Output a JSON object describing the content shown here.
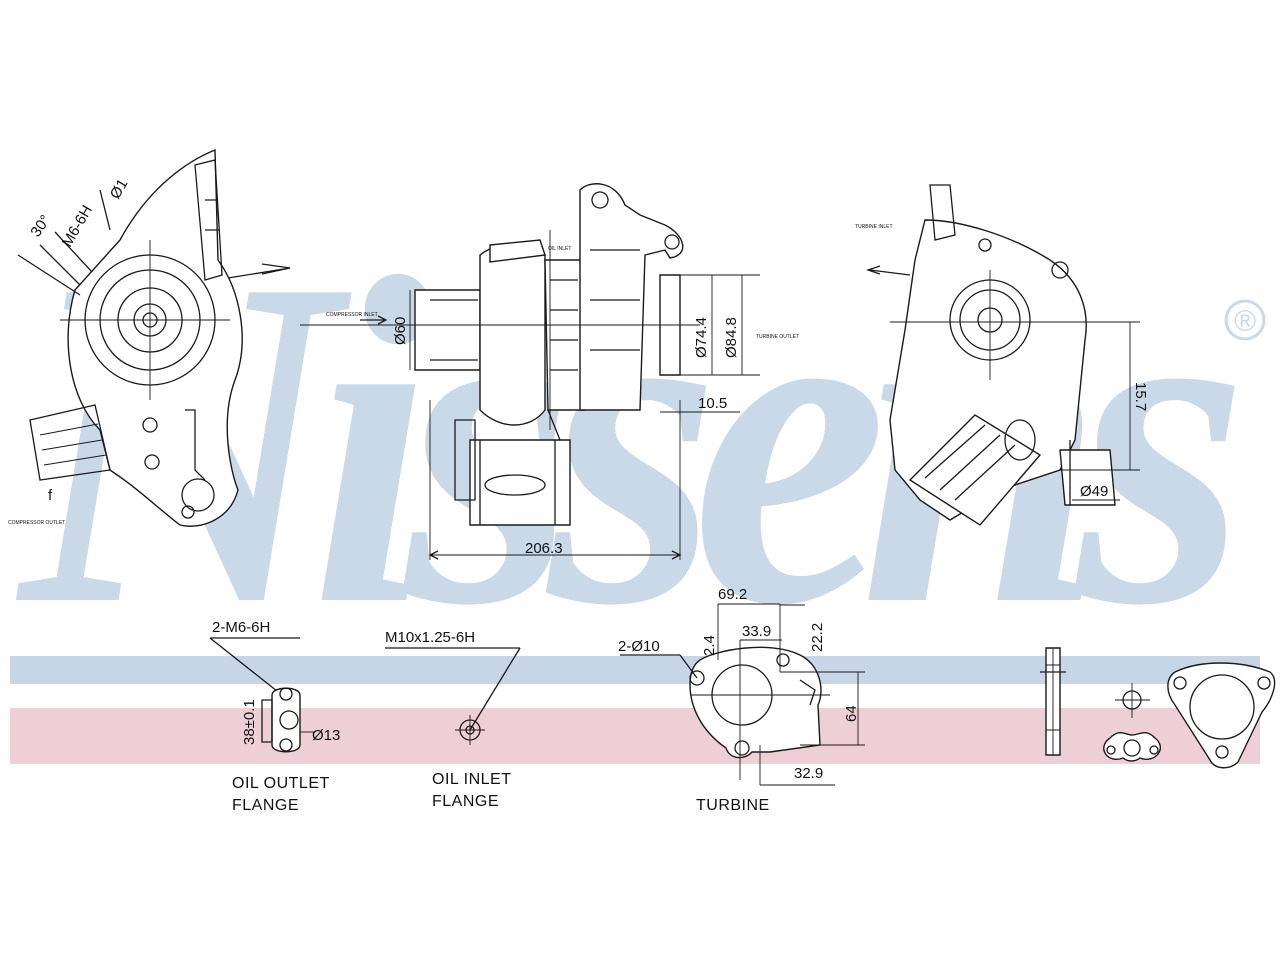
{
  "brand": {
    "watermark": "Nissens",
    "registered_mark": "®",
    "colors": {
      "watermark_blue": "#c9d9e8",
      "band_blue": "#c6d6e6",
      "band_pink": "#efcfd6",
      "line": "#1a1a1a"
    }
  },
  "views": {
    "left": {
      "angle": "30°",
      "thread": "M6-6H",
      "diameter": "Ø1",
      "port_label": "COMPRESSOR OUTLET",
      "marker": "f"
    },
    "center": {
      "compressor_inlet_label": "COMPRESSOR INLET",
      "oil_label": "OIL INLET",
      "turbine_outlet_label": "TURBINE OUTLET",
      "d_inlet": "Ø60",
      "d_outlet_inner": "Ø74.4",
      "d_outlet_outer": "Ø84.8",
      "offset": "10.5",
      "length": "206.3"
    },
    "right": {
      "turbine_inlet_label": "TURBINE INLET",
      "height": "15.7",
      "diameter": "Ø49"
    }
  },
  "flanges": {
    "oil_outlet": {
      "thread": "2-M6-6H",
      "spacing": "38±0.1",
      "diameter": "Ø13",
      "caption_line1": "OIL OUTLET",
      "caption_line2": "FLANGE"
    },
    "oil_inlet": {
      "thread": "M10x1.25-6H",
      "caption_line1": "OIL INLET",
      "caption_line2": "FLANGE"
    },
    "turbine": {
      "holes": "2-Ø10",
      "width": "69.2",
      "d1": "2.4",
      "d2": "33.9",
      "d3": "22.2",
      "height": "64",
      "offset": "32.9",
      "caption": "TURBINE"
    }
  }
}
